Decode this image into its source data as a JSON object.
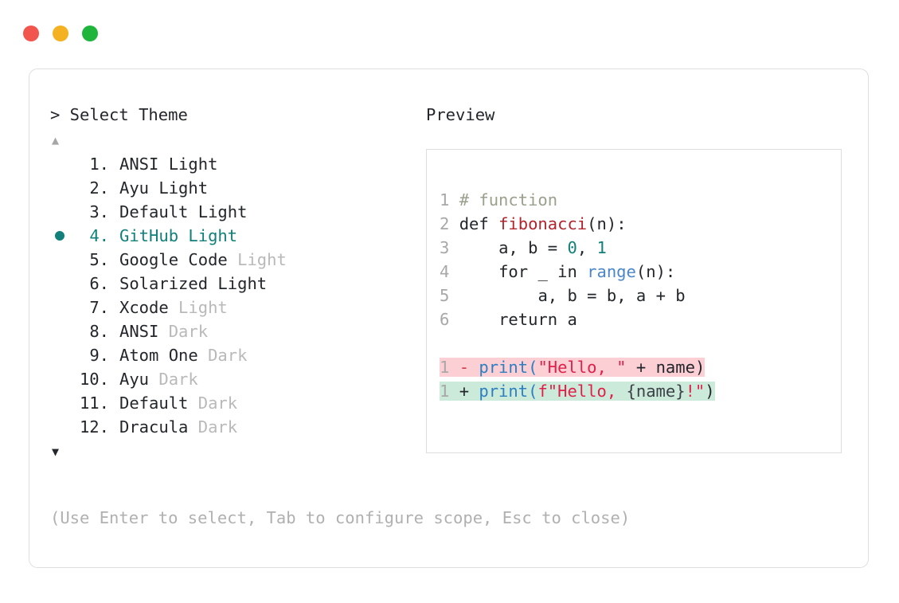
{
  "window": {
    "traffic_lights": [
      {
        "name": "close",
        "color": "#f2554e"
      },
      {
        "name": "minimize",
        "color": "#f4b223"
      },
      {
        "name": "maximize",
        "color": "#1fb53c"
      }
    ]
  },
  "left_panel": {
    "title": "> Select Theme",
    "scroll_up_indicator": "▲",
    "scroll_down_indicator": "▼",
    "selected_index": 4,
    "items": [
      {
        "index": "1.",
        "name": "ANSI",
        "variant": "Light",
        "variant_dim": false
      },
      {
        "index": "2.",
        "name": "Ayu",
        "variant": "Light",
        "variant_dim": false
      },
      {
        "index": "3.",
        "name": "Default",
        "variant": "Light",
        "variant_dim": false
      },
      {
        "index": "4.",
        "name": "GitHub",
        "variant": "Light",
        "variant_dim": false
      },
      {
        "index": "5.",
        "name": "Google Code",
        "variant": "Light",
        "variant_dim": true
      },
      {
        "index": "6.",
        "name": "Solarized",
        "variant": "Light",
        "variant_dim": false
      },
      {
        "index": "7.",
        "name": "Xcode",
        "variant": "Light",
        "variant_dim": true
      },
      {
        "index": "8.",
        "name": "ANSI",
        "variant": "Dark",
        "variant_dim": true
      },
      {
        "index": "9.",
        "name": "Atom One",
        "variant": "Dark",
        "variant_dim": true
      },
      {
        "index": "10.",
        "name": "Ayu",
        "variant": "Dark",
        "variant_dim": true
      },
      {
        "index": "11.",
        "name": "Default",
        "variant": "Dark",
        "variant_dim": true
      },
      {
        "index": "12.",
        "name": "Dracula",
        "variant": "Dark",
        "variant_dim": true
      }
    ]
  },
  "right_panel": {
    "title": "Preview",
    "code": {
      "lines": [
        {
          "number": "1",
          "text": "# function"
        },
        {
          "number": "2",
          "text": "def fibonacci(n):"
        },
        {
          "number": "3",
          "text": "    a, b = 0, 1"
        },
        {
          "number": "4",
          "text": "    for _ in range(n):"
        },
        {
          "number": "5",
          "text": "        a, b = b, a + b"
        },
        {
          "number": "6",
          "text": "    return a"
        }
      ],
      "diff": [
        {
          "number": "1",
          "sign": "-",
          "text": "print(\"Hello, \" + name)",
          "kind": "deletion"
        },
        {
          "number": "1",
          "sign": "+",
          "text": "print(f\"Hello, {name}!\")",
          "kind": "addition"
        }
      ]
    }
  },
  "footer": {
    "hint": "(Use Enter to select, Tab to configure scope, Esc to close)"
  },
  "colors": {
    "accent": "#12807a",
    "border": "#dedede",
    "dim_text": "#b9b9b9",
    "hint_text": "#b0b0b0",
    "diff_delete_bg": "#fbcfd4",
    "diff_add_bg": "#cbead9",
    "syntax_comment": "#9aa08c",
    "syntax_function": "#b3232c",
    "syntax_number": "#12807a",
    "syntax_builtin": "#4a86c8",
    "syntax_string": "#e0204a"
  }
}
